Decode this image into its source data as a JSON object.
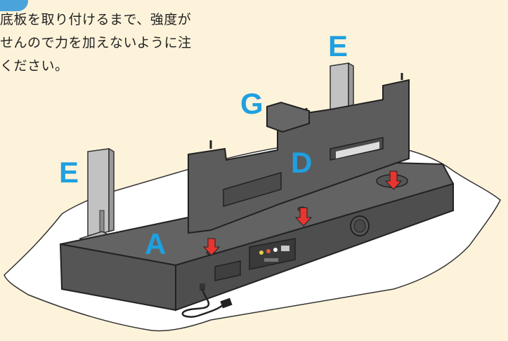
{
  "instruction_lines": [
    "底板を取り付けるまで、強度が",
    "せんので力を加えないように注",
    "ください。"
  ],
  "part_labels": {
    "base": "A",
    "back_panel": "D",
    "legs": "E",
    "legs_right": "E",
    "top_panel": "G"
  },
  "colors": {
    "background": "#FDF3DA",
    "cabinet": "#585858",
    "cabinet_top": "#636363",
    "panel": "#5C5C5C",
    "leg_metal": "#BFBFBF",
    "cloth": "#FFFFFF",
    "arrow": "#E8352F",
    "label": "#1FA0E0",
    "tab": "#4BA3DC"
  },
  "icons": [
    "down-arrow-icon",
    "power-cord-icon",
    "speaker-port-icon"
  ]
}
